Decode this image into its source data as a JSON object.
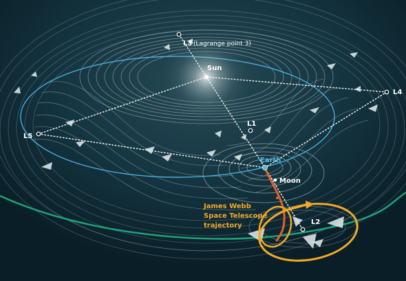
{
  "labels": {
    "l3": "L3",
    "l3_sub": "(Lagrange point 3)",
    "sun": "Sun",
    "l1": "L1",
    "l4": "L4",
    "l5": "L5",
    "earth": "Earth",
    "moon": "Moon",
    "l2": "L2",
    "jwst_line1": "James Webb",
    "jwst_line2": "Space Telescope",
    "jwst_line3": "trajectory"
  },
  "colors": {
    "background": "#0d2530",
    "contour": "#9fb7bd",
    "earth_orbit": "#4ab0dc",
    "outer_orbit": "#1fa37a",
    "trajectory": "#e2622a",
    "highlight": "#f3a928",
    "earth_label": "#4fb7e4",
    "jwst_label": "#f3a928"
  }
}
